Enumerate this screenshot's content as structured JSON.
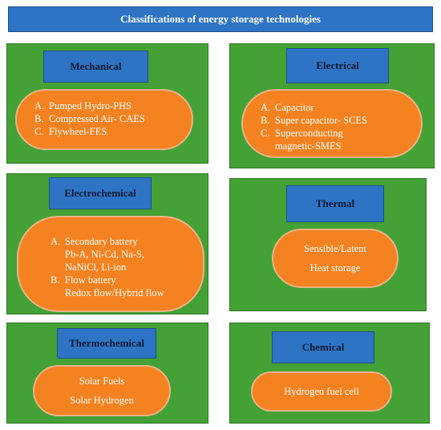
{
  "title": "Classifications of energy storage technologies",
  "colors": {
    "panel_green": "#44a135",
    "header_blue": "#2e74c4",
    "pill_orange": "#f58220",
    "text_white": "#ffffff",
    "header_text": "#0a1a33"
  },
  "categories": {
    "mechanical": {
      "header": "Mechanical",
      "items": [
        {
          "marker": "A.",
          "text": "Pumped Hydro-PHS"
        },
        {
          "marker": "B.",
          "text": "Compressed Air- CAES"
        },
        {
          "marker": "C.",
          "text": "Flywheel-FES"
        }
      ]
    },
    "electrical": {
      "header": "Electrical",
      "items": [
        {
          "marker": "A.",
          "text": "Capacitor"
        },
        {
          "marker": "B.",
          "text": "Super capacitor- SCES"
        },
        {
          "marker": "C.",
          "text": "Superconducting",
          "cont": "magnetic-SMES"
        }
      ]
    },
    "electrochemical": {
      "header": "Electrochemical",
      "items": [
        {
          "marker": "A.",
          "text": "Secondary battery",
          "cont": [
            "Pb-A, Ni-Cd, Na-S,",
            "NaNiCl, Li-ion"
          ]
        },
        {
          "marker": "B.",
          "text": "Flow battery",
          "cont": [
            "Redox flow/Hybrid flow"
          ]
        }
      ]
    },
    "thermal": {
      "header": "Thermal",
      "lines": [
        "Sensible/Latent",
        "Heat storage"
      ]
    },
    "thermochemical": {
      "header": "Thermochemical",
      "lines": [
        "Solar Fuels",
        "Solar Hydrogen"
      ]
    },
    "chemical": {
      "header": "Chemical",
      "lines": [
        "Hydrogen fuel cell"
      ]
    }
  }
}
